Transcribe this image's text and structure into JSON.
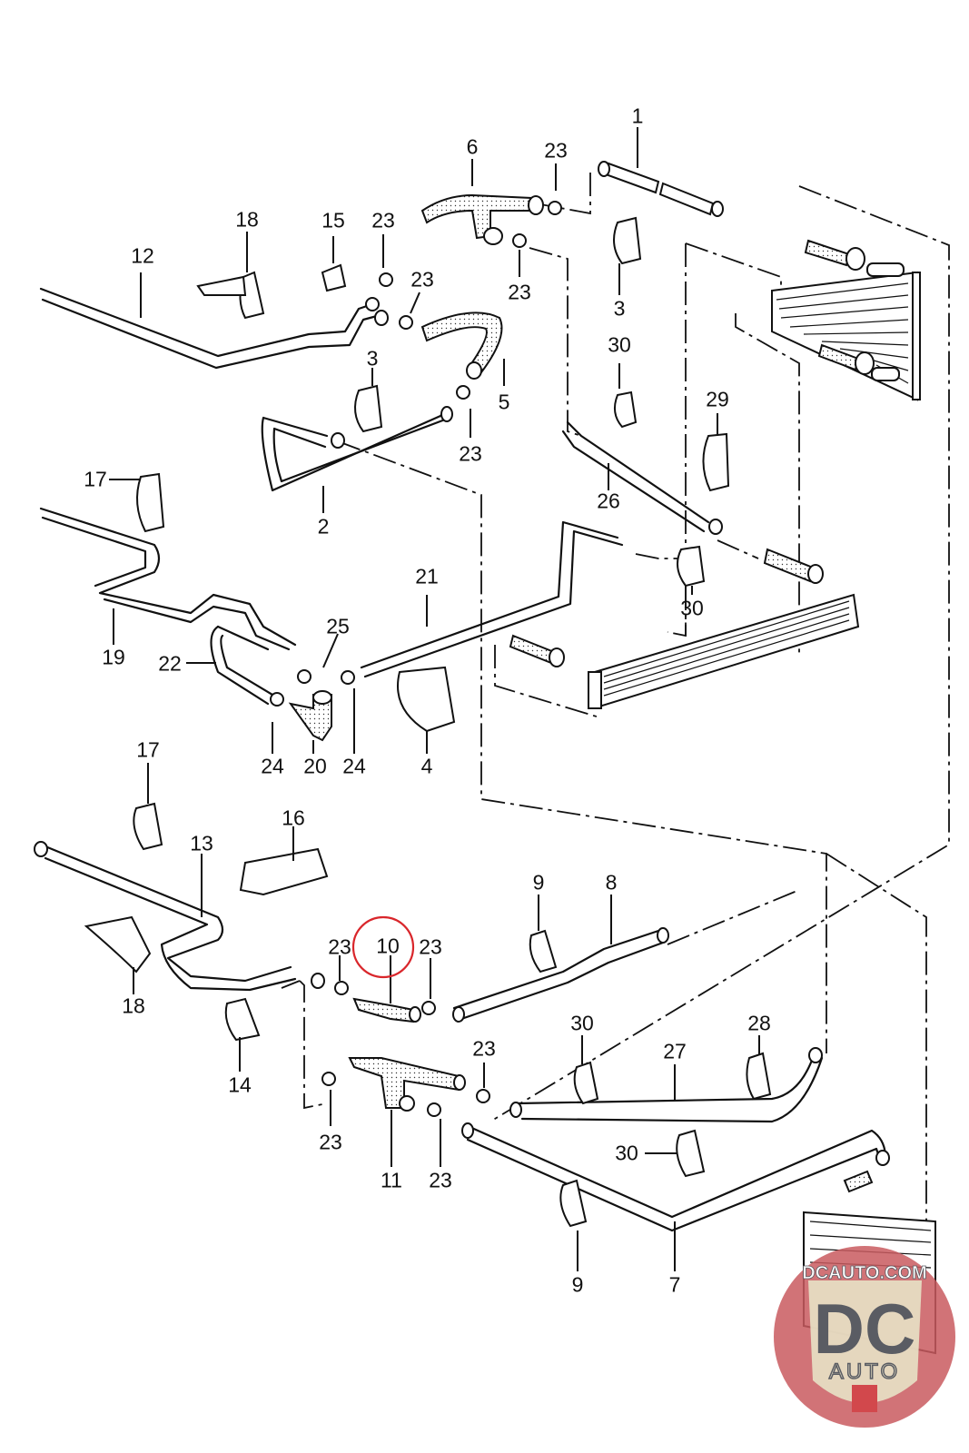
{
  "diagram": {
    "title": "Cooling system coolant hoses / pipes - exploded parts diagram",
    "highlighted_part": "10",
    "highlight_color": "#d9262b",
    "callouts": [
      {
        "id": "c1",
        "label": "1"
      },
      {
        "id": "c6",
        "label": "6"
      },
      {
        "id": "c23a",
        "label": "23"
      },
      {
        "id": "c18a",
        "label": "18"
      },
      {
        "id": "c15",
        "label": "15"
      },
      {
        "id": "c23b",
        "label": "23"
      },
      {
        "id": "c12",
        "label": "12"
      },
      {
        "id": "c23c",
        "label": "23"
      },
      {
        "id": "c23d",
        "label": "23"
      },
      {
        "id": "c3a",
        "label": "3"
      },
      {
        "id": "c3b",
        "label": "3"
      },
      {
        "id": "c30a",
        "label": "30"
      },
      {
        "id": "c5",
        "label": "5"
      },
      {
        "id": "c23e",
        "label": "23"
      },
      {
        "id": "c29",
        "label": "29"
      },
      {
        "id": "c17a",
        "label": "17"
      },
      {
        "id": "c2",
        "label": "2"
      },
      {
        "id": "c26",
        "label": "26"
      },
      {
        "id": "c21",
        "label": "21"
      },
      {
        "id": "c30b",
        "label": "30"
      },
      {
        "id": "c19",
        "label": "19"
      },
      {
        "id": "c25",
        "label": "25"
      },
      {
        "id": "c22",
        "label": "22"
      },
      {
        "id": "c24a",
        "label": "24"
      },
      {
        "id": "c20",
        "label": "20"
      },
      {
        "id": "c24b",
        "label": "24"
      },
      {
        "id": "c4",
        "label": "4"
      },
      {
        "id": "c17b",
        "label": "17"
      },
      {
        "id": "c16",
        "label": "16"
      },
      {
        "id": "c13",
        "label": "13"
      },
      {
        "id": "c9a",
        "label": "9"
      },
      {
        "id": "c8",
        "label": "8"
      },
      {
        "id": "c23f",
        "label": "23"
      },
      {
        "id": "c10",
        "label": "10"
      },
      {
        "id": "c23g",
        "label": "23"
      },
      {
        "id": "c18b",
        "label": "18"
      },
      {
        "id": "c30c",
        "label": "30"
      },
      {
        "id": "c28",
        "label": "28"
      },
      {
        "id": "c23h",
        "label": "23"
      },
      {
        "id": "c27",
        "label": "27"
      },
      {
        "id": "c14",
        "label": "14"
      },
      {
        "id": "c23i",
        "label": "23"
      },
      {
        "id": "c11",
        "label": "11"
      },
      {
        "id": "c23j",
        "label": "23"
      },
      {
        "id": "c30d",
        "label": "30"
      },
      {
        "id": "c9b",
        "label": "9"
      },
      {
        "id": "c7",
        "label": "7"
      }
    ]
  },
  "watermark": {
    "site": "DCAUTO.COM",
    "brand_top": "DC",
    "brand_bottom": "AUTO",
    "colors": {
      "badge_bg": "#c95a5f",
      "shield": "#e6dfc4",
      "letters": "#5a5c63",
      "accent": "#d2484c"
    }
  }
}
